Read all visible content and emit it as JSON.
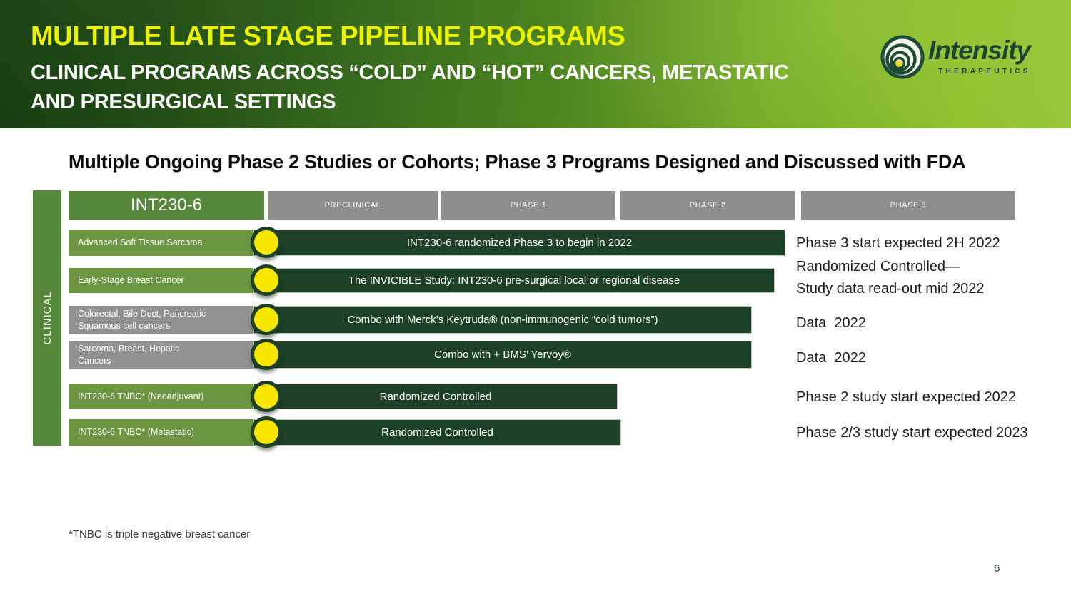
{
  "header": {
    "title": "MULTIPLE LATE STAGE PIPELINE PROGRAMS",
    "subtitle": "CLINICAL PROGRAMS ACROSS “COLD” AND “HOT” CANCERS, METASTATIC\nAND PRESURGICAL SETTINGS"
  },
  "logo": {
    "name": "Intensity",
    "tagline": "THERAPEUTICS",
    "icon": "concentric-rings-icon",
    "brand_color": "#1d4433",
    "accent_color": "#f2dc20"
  },
  "main": {
    "heading": "Multiple Ongoing Phase 2 Studies or Cohorts; Phase 3 Programs Designed and Discussed with FDA"
  },
  "pipeline": {
    "sidebar_label": "CLINICAL",
    "drug": "INT230-6",
    "stages": [
      "PRECLINICAL",
      "PHASE 1",
      "PHASE 2",
      "PHASE 3"
    ],
    "colors": {
      "green_label": "#6d9642",
      "gray_label": "#919191",
      "bar": "#1d4126",
      "dot": "#f7e600",
      "header_green": "#55873a",
      "header_gray": "#8e8e8e"
    },
    "rows": [
      {
        "label": "Advanced Soft Tissue Sarcoma",
        "label_type": "green",
        "bar_text": "INT230-6 randomized Phase 3 to begin in 2022",
        "annotation": "Phase 3 start expected 2H 2022"
      },
      {
        "label": "Early-Stage Breast Cancer",
        "label_type": "green",
        "bar_text": "The INVICIBLE Study: INT230-6 pre-surgical local or regional disease",
        "annotation": "Randomized Controlled—\nStudy data read-out mid 2022"
      },
      {
        "label": "Colorectal, Bile Duct, Pancreatic\nSquamous cell cancers",
        "label_type": "gray",
        "bar_text": "Combo with Merck’s Keytruda® (non-immunogenic “cold tumors”)",
        "annotation": "Data  2022"
      },
      {
        "label": "Sarcoma, Breast, Hepatic\nCancers",
        "label_type": "gray",
        "bar_text": "Combo with + BMS’ Yervoy®",
        "annotation": "Data  2022"
      },
      {
        "label": "INT230-6 TNBC* (Neoadjuvant)",
        "label_type": "green",
        "bar_text": "Randomized Controlled",
        "annotation": "Phase 2 study start expected 2022"
      },
      {
        "label": "INT230-6 TNBC* (Metastatic)",
        "label_type": "green",
        "bar_text": "Randomized Controlled",
        "annotation": "Phase 2/3 study start expected 2023"
      }
    ]
  },
  "footnote": "*TNBC is triple negative breast cancer",
  "page_number": "6"
}
